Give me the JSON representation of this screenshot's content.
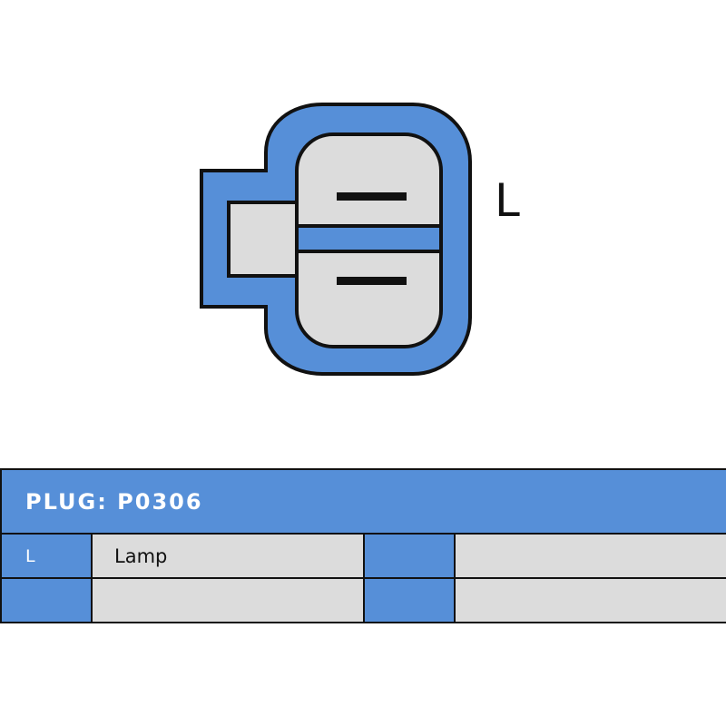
{
  "colors": {
    "accent": "#568fd8",
    "cell_fill": "#dcdcdc",
    "outline": "#111111"
  },
  "connector": {
    "pin_label": "L"
  },
  "table": {
    "title": "PLUG: P0306",
    "rows": [
      {
        "code_a": "L",
        "desc_a": "Lamp",
        "code_b": "",
        "desc_b": ""
      },
      {
        "code_a": "",
        "desc_a": "",
        "code_b": "",
        "desc_b": ""
      }
    ]
  }
}
